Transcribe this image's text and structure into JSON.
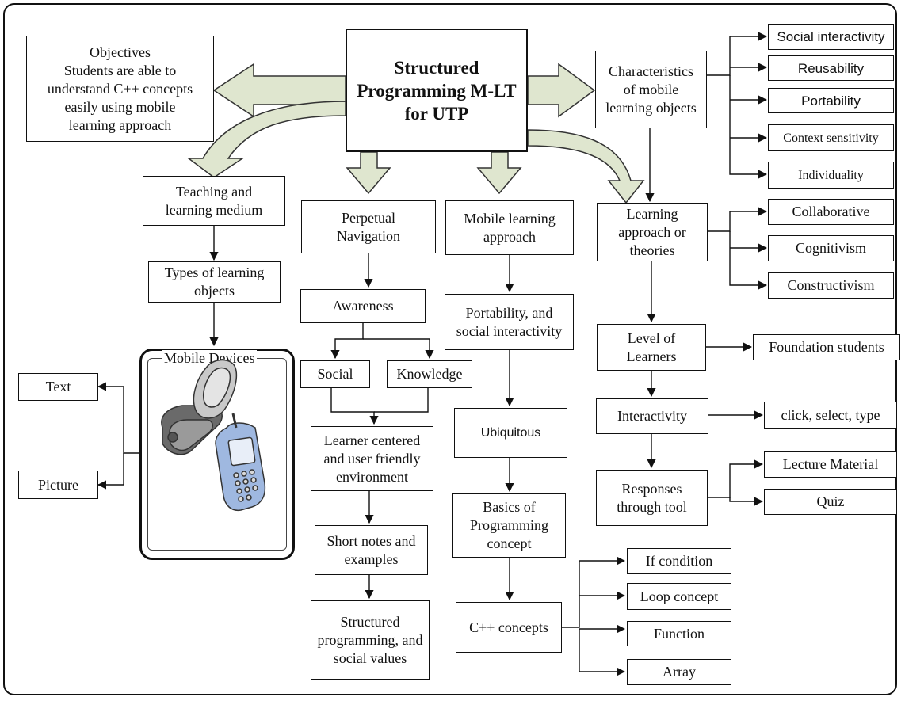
{
  "diagram": {
    "title": "Structured\nProgramming M-LT\nfor UTP",
    "objectives": "Objectives\nStudents are able to\nunderstand C++ concepts\neasily using mobile\nlearning approach",
    "left_branch": {
      "teaching_medium": "Teaching and\nlearning medium",
      "types_of_objects": "Types of learning\nobjects",
      "mobile_devices": "Mobile Devices",
      "text": "Text",
      "picture": "Picture"
    },
    "navigation_branch": {
      "perpetual_navigation": "Perpetual\nNavigation",
      "awareness": "Awareness",
      "social": "Social",
      "knowledge": "Knowledge",
      "learner_centered": "Learner centered\nand user friendly\nenvironment",
      "short_notes": "Short notes and\nexamples",
      "structured_programming": "Structured\nprogramming, and\nsocial values"
    },
    "mobile_branch": {
      "mobile_learning_approach": "Mobile learning\napproach",
      "portability_social": "Portability, and\nsocial interactivity",
      "ubiquitous": "Ubiquitous",
      "basics": "Basics of\nProgramming\nconcept",
      "cpp_concepts": "C++ concepts",
      "if_condition": "If condition",
      "loop_concept": "Loop concept",
      "function": "Function",
      "array": "Array"
    },
    "right_branch": {
      "characteristics": "Characteristics\nof mobile\nlearning objects",
      "social_interactivity": "Social interactivity",
      "reusability": "Reusability",
      "portability": "Portability",
      "context_sensitivity": "Context sensitivity",
      "individuality": "Individuality",
      "learning_approach": "Learning\napproach or\ntheories",
      "collaborative": "Collaborative",
      "cognitivism": "Cognitivism",
      "constructivism": "Constructivism",
      "level_of_learners": "Level of\nLearners",
      "foundation_students": "Foundation students",
      "interactivity": "Interactivity",
      "click_select_type": "click, select, type",
      "responses": "Responses\nthrough tool",
      "lecture_material": "Lecture Material",
      "quiz": "Quiz"
    }
  },
  "colors": {
    "block_arrow_fill": "#dfe6cf",
    "line": "#111111",
    "phone_blue": "#9fb8e0",
    "phone_grey": "#b9b9b9"
  },
  "icons": [
    "flip-phone-icon",
    "candybar-phone-icon"
  ]
}
